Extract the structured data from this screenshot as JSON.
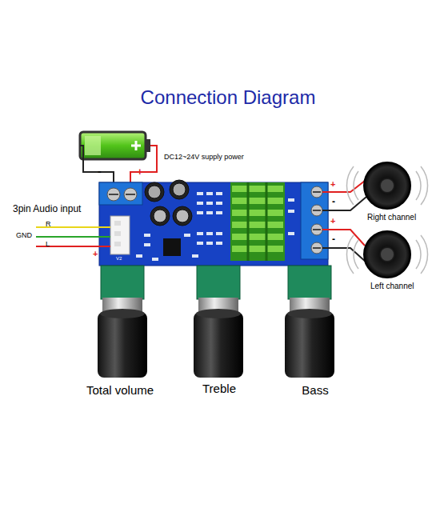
{
  "diagram": {
    "title": "Connection Diagram",
    "labels": [
      "DC12~24V supply power",
      "-",
      "+",
      "3pin Audio input",
      "R",
      "GND",
      "L",
      "+",
      "V2",
      "+",
      "-",
      "+",
      "-",
      "Right channel",
      "Left channel",
      "Total volume",
      "Treble",
      "Bass"
    ]
  }
}
